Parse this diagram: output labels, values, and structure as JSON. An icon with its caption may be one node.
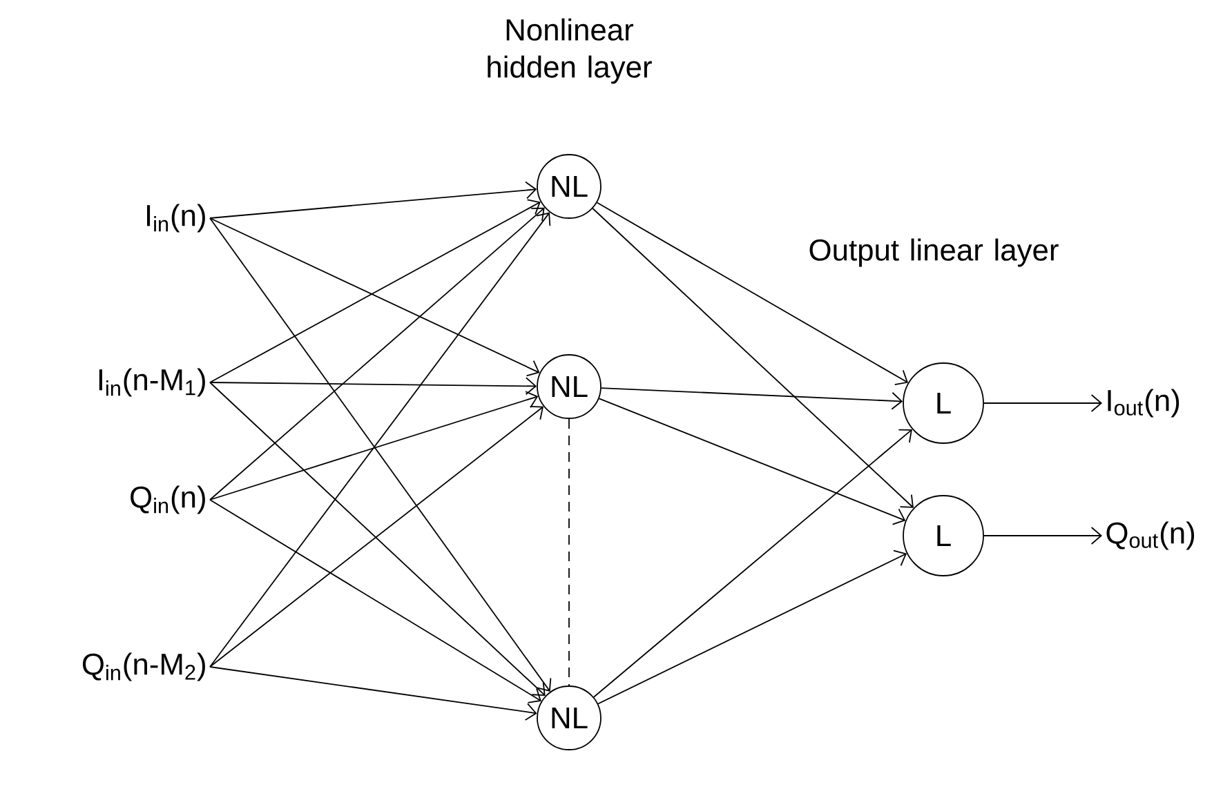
{
  "diagram": {
    "nodes": [
      {
        "text": [
          "I$_{in}$(n)"
        ]
      },
      {
        "text": [
          "I$_{in}$(n-M$_{1}$)"
        ]
      },
      {
        "text": [
          "Q$_{in}$(n)"
        ]
      },
      {
        "text": [
          "Q$_{in}$(n-M$_{2}$)"
        ]
      },
      {
        "text": [
          "NL"
        ]
      },
      {
        "text": [
          "NL"
        ]
      },
      {
        "text": [
          "NL"
        ]
      },
      {
        "text": [
          "L"
        ]
      },
      {
        "text": [
          "L"
        ]
      },
      {
        "text": [
          "I$_{out}$(n)"
        ]
      },
      {
        "text": [
          "Q$_{out}$(n)"
        ]
      }
    ],
    "edges": [
      {
        "from": 0,
        "to": 4,
        "arrow": "to"
      },
      {
        "from": 0,
        "to": 5,
        "arrow": "to"
      },
      {
        "from": 0,
        "to": 6,
        "arrow": "to"
      },
      {
        "from": 1,
        "to": 4,
        "arrow": "to"
      },
      {
        "from": 1,
        "to": 5,
        "arrow": "to"
      },
      {
        "from": 1,
        "to": 6,
        "arrow": "to"
      },
      {
        "from": 2,
        "to": 4,
        "arrow": "to"
      },
      {
        "from": 2,
        "to": 5,
        "arrow": "to"
      },
      {
        "from": 2,
        "to": 6,
        "arrow": "to"
      },
      {
        "from": 3,
        "to": 4,
        "arrow": "to"
      },
      {
        "from": 3,
        "to": 5,
        "arrow": "to"
      },
      {
        "from": 3,
        "to": 6,
        "arrow": "to"
      },
      {
        "from": 4,
        "to": 7,
        "arrow": "to"
      },
      {
        "from": 4,
        "to": 8,
        "arrow": "to"
      },
      {
        "from": 5,
        "to": 7,
        "arrow": "to"
      },
      {
        "from": 5,
        "to": 8,
        "arrow": "to"
      },
      {
        "from": 6,
        "to": 7,
        "arrow": "to"
      },
      {
        "from": 6,
        "to": 8,
        "arrow": "to"
      },
      {
        "from": 5,
        "to": 6,
        "arrow": "none",
        "style": "dashed"
      },
      {
        "from": 7,
        "to": 9,
        "arrow": "to"
      },
      {
        "from": 8,
        "to": 10,
        "arrow": "to"
      }
    ],
    "labels": [
      "Nonlinear hidden layer",
      "Output linear layer"
    ]
  }
}
